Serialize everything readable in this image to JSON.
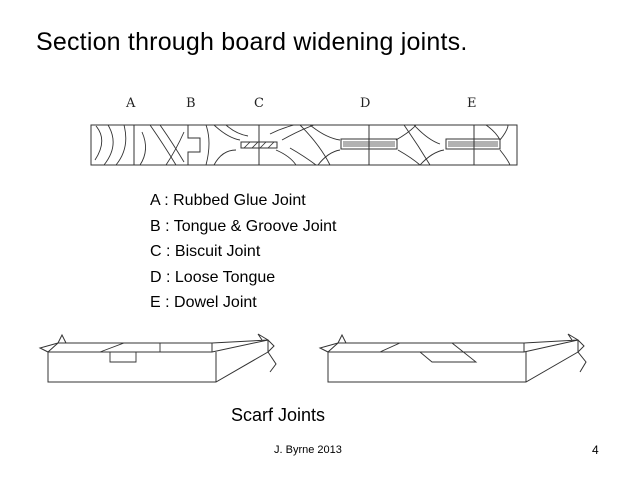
{
  "slide": {
    "title": "Section through board widening joints.",
    "joint_letters": [
      "A",
      "B",
      "C",
      "D",
      "E"
    ],
    "legend": [
      "A : Rubbed Glue Joint",
      "B : Tongue & Groove Joint",
      "C : Biscuit Joint",
      "D : Loose Tongue",
      "E : Dowel Joint"
    ],
    "scarf_caption": "Scarf Joints",
    "footer": "J. Byrne 2013",
    "page_number": "4"
  },
  "colors": {
    "line": "#333333",
    "background": "#ffffff"
  }
}
